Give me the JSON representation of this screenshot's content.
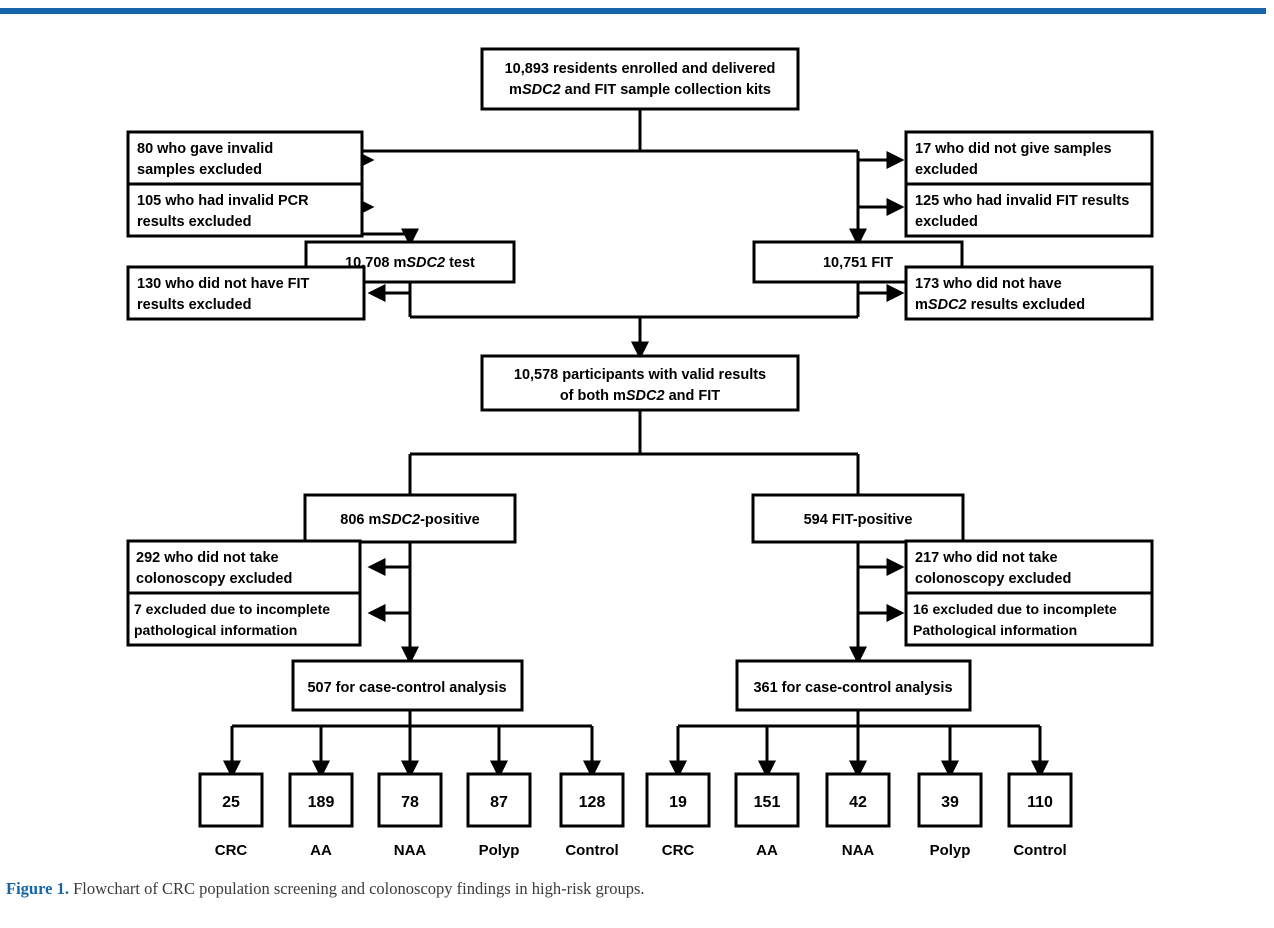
{
  "figure": {
    "caption_prefix": "Figure 1.",
    "caption_text": " Flowchart of CRC population screening and colonoscopy findings in high-risk groups.",
    "accent_color": "#1565a8",
    "line_color": "#000000",
    "box_fill": "#ffffff"
  },
  "chart_data": {
    "type": "diagram",
    "title": "Flowchart of CRC population screening and colonoscopy findings in high-risk groups",
    "nodes": {
      "enrolled": {
        "line1": "10,893 residents enrolled and delivered",
        "line2_pre": "m",
        "line2_ital": "SDC2",
        "line2_post": " and FIT sample collection kits",
        "value": 10893
      },
      "excl_invalid_samples": {
        "line1": "80 who gave invalid",
        "line2": "samples excluded",
        "value": 80
      },
      "excl_invalid_pcr": {
        "line1": "105 who had invalid PCR",
        "line2": "results excluded",
        "value": 105
      },
      "excl_no_samples": {
        "line1": "17 who did not give samples",
        "line2": "excluded",
        "value": 17
      },
      "excl_invalid_fit": {
        "line1": "125 who had invalid FIT results",
        "line2": "excluded",
        "value": 125
      },
      "msdc2_test": {
        "pre": "10,708 m",
        "ital": "SDC2",
        "post": " test",
        "value": 10708
      },
      "fit_test": {
        "text": "10,751 FIT",
        "value": 10751
      },
      "excl_no_fit_results": {
        "line1": "130 who did not have FIT",
        "line2": "results excluded",
        "value": 130
      },
      "excl_no_msdc2_results": {
        "line1": "173 who did not have",
        "line2_pre": "m",
        "line2_ital": "SDC2",
        "line2_post": " results excluded",
        "value": 173
      },
      "valid_both": {
        "line1": "10,578 participants with valid results",
        "line2_pre": "of both m",
        "line2_ital": "SDC2",
        "line2_post": " and FIT",
        "value": 10578
      },
      "msdc2_positive": {
        "pre": "806 m",
        "ital": "SDC2",
        "post": "-positive",
        "value": 806
      },
      "fit_positive": {
        "text": "594 FIT-positive",
        "value": 594
      },
      "excl_no_colono_left": {
        "line1": "292 who did not take",
        "line2": "colonoscopy excluded",
        "value": 292
      },
      "excl_incomplete_left": {
        "line1": "7 excluded due to incomplete",
        "line2": "pathological information",
        "value": 7
      },
      "excl_no_colono_right": {
        "line1": "217 who did not take",
        "line2": "colonoscopy excluded",
        "value": 217
      },
      "excl_incomplete_right": {
        "line1": "16 excluded due to incomplete",
        "line2": "Pathological information",
        "value": 16
      },
      "analysis_left": {
        "text": "507 for case-control analysis",
        "value": 507
      },
      "analysis_right": {
        "text": "361 for case-control analysis",
        "value": 361
      }
    },
    "outcomes_left": {
      "parent": "507 for case-control analysis",
      "categories": [
        "CRC",
        "AA",
        "NAA",
        "Polyp",
        "Control"
      ],
      "values": [
        "25",
        "189",
        "78",
        "87",
        "128"
      ]
    },
    "outcomes_right": {
      "parent": "361 for case-control analysis",
      "categories": [
        "CRC",
        "AA",
        "NAA",
        "Polyp",
        "Control"
      ],
      "values": [
        "19",
        "151",
        "42",
        "39",
        "110"
      ]
    }
  }
}
